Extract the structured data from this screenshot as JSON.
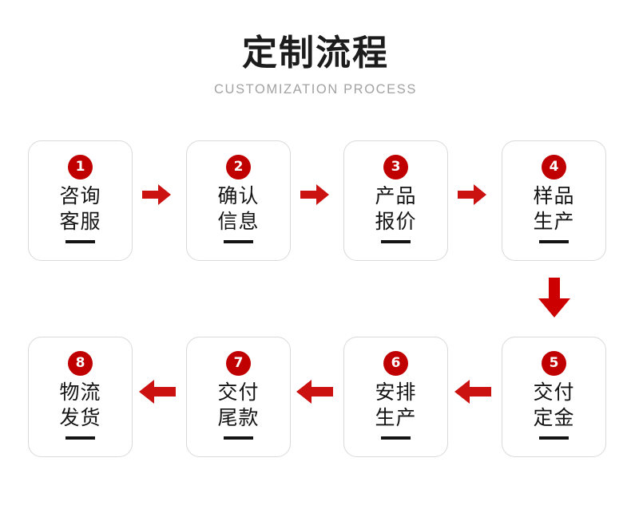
{
  "header": {
    "title": "定制流程",
    "subtitle": "CUSTOMIZATION PROCESS"
  },
  "colors": {
    "accent_red": "#C00000",
    "card_border": "#d9d9d9",
    "text_dark": "#141414",
    "subtitle_gray": "#a2a2a2",
    "background": "#ffffff"
  },
  "steps": [
    {
      "number": "1",
      "line1": "咨询",
      "line2": "客服"
    },
    {
      "number": "2",
      "line1": "确认",
      "line2": "信息"
    },
    {
      "number": "3",
      "line1": "产品",
      "line2": "报价"
    },
    {
      "number": "4",
      "line1": "样品",
      "line2": "生产"
    },
    {
      "number": "5",
      "line1": "交付",
      "line2": "定金"
    },
    {
      "number": "6",
      "line1": "安排",
      "line2": "生产"
    },
    {
      "number": "7",
      "line1": "交付",
      "line2": "尾款"
    },
    {
      "number": "8",
      "line1": "物流",
      "line2": "发货"
    }
  ],
  "connectors": {
    "top_row": [
      "arrow-right-icon",
      "arrow-right-icon",
      "arrow-right-icon"
    ],
    "row_link": "arrow-down-icon",
    "bottom_row": [
      "arrow-left-icon",
      "arrow-left-icon",
      "arrow-left-icon"
    ]
  }
}
